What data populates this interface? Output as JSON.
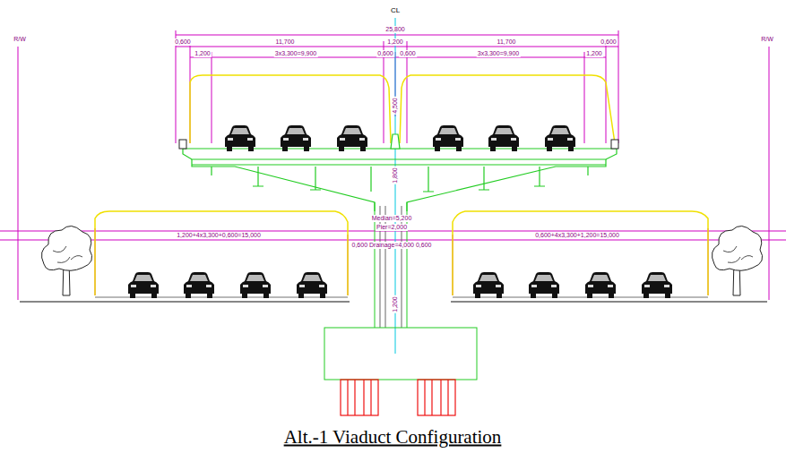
{
  "diagram": {
    "caption": "Alt.-1 Viaduct Configuration",
    "labels": [
      "CL",
      "R/W",
      "R/W",
      "25,800",
      "0,600",
      "11,700",
      "1,200",
      "11,700",
      "0,600",
      "1,200",
      "3x3,300=9,900",
      "0,600",
      "0,600",
      "3x3,300=9,900",
      "1,200",
      "4,500",
      "1,800",
      "1,200",
      "1,200+4x3,300+0,600=15,000",
      "0,600+4x3,300+1,200=15,000",
      "Median=5,200",
      "Pier=2,000",
      "0,600 Drainage=4,000 0,600"
    ]
  }
}
